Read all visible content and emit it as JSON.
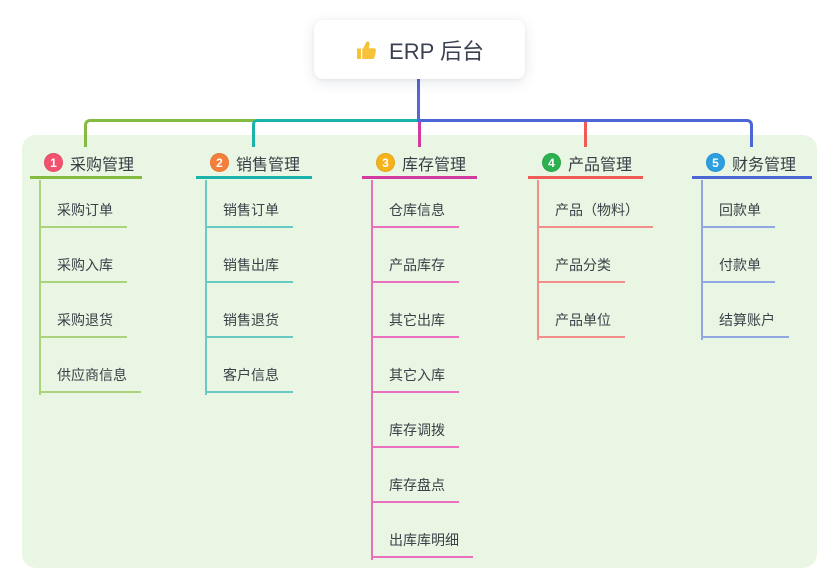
{
  "root": {
    "icon": "thumbs-up",
    "label": "ERP 后台"
  },
  "colors": {
    "stem": "#5566D6",
    "panel_bg": "#EAF6E4",
    "text_dark": "#373D45",
    "emoji_yellow": "#F7C239"
  },
  "branches": [
    {
      "index": "1",
      "label": "采购管理",
      "badge_color": "#F4516F",
      "line_color": "#84BC41",
      "light_color": "#ABD37E",
      "children": [
        "采购订单",
        "采购入库",
        "采购退货",
        "供应商信息"
      ]
    },
    {
      "index": "2",
      "label": "销售管理",
      "badge_color": "#F57E3B",
      "line_color": "#19B3AC",
      "light_color": "#67CBC4",
      "children": [
        "销售订单",
        "销售出库",
        "销售退货",
        "客户信息"
      ]
    },
    {
      "index": "3",
      "label": "库存管理",
      "badge_color": "#F6B21B",
      "line_color": "#D23A9F",
      "light_color": "#EA6FBE",
      "children": [
        "仓库信息",
        "产品库存",
        "其它出库",
        "其它入库",
        "库存调拨",
        "库存盘点",
        "出库库明细"
      ]
    },
    {
      "index": "4",
      "label": "产品管理",
      "badge_color": "#2BB14F",
      "line_color": "#F15B55",
      "light_color": "#F48E8B",
      "children": [
        "产品（物料）",
        "产品分类",
        "产品单位"
      ]
    },
    {
      "index": "5",
      "label": "财务管理",
      "badge_color": "#2B9FDF",
      "line_color": "#4C66D5",
      "light_color": "#92A6E2",
      "children": [
        "回款单",
        "付款单",
        "结算账户"
      ]
    }
  ]
}
